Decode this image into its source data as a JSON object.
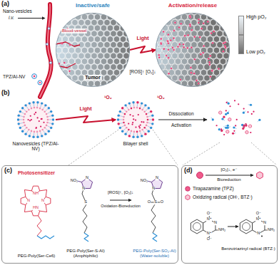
{
  "diagram": {
    "nodes": [
      {
        "text": [
          "Inactive/safe",
          "Tumor"
        ]
      },
      {
        "text": [
          "Activation/release"
        ]
      },
      {
        "text": [
          "Nanovesicles (TPZ/AI-NV)"
        ]
      },
      {
        "text": [
          "Bilayer shell"
        ]
      },
      {
        "text": [
          "(c)"
        ]
      },
      {
        "text": [
          "Photosensitizer",
          "PEG-Poly(Ser-Ce6)"
        ],
        "in": 4
      },
      {
        "text": [
          "PEG-Poly(Ser-S-AI)",
          "(Amphiphilic)"
        ],
        "in": 4
      },
      {
        "text": [
          "PEG-Poly(Ser-SO₂-AI)",
          "(Water-soluble)"
        ],
        "in": 4
      },
      {
        "text": [
          "(d)"
        ]
      }
    ],
    "edges": [
      {
        "from": 0,
        "to": 1,
        "label": "Light",
        "arrow": "to"
      },
      {
        "from": 2,
        "to": 3,
        "label": "Light",
        "arrow": "to"
      },
      {
        "from": 6,
        "to": 7,
        "label": "[ROS]↑, [O₂]↓",
        "arrow": "to"
      }
    ],
    "labels": [
      "(a)",
      "Nano-vesicles",
      "i.v.",
      "Blood-vessel",
      "TPZ/AI-NV",
      "[ROS]↑ [O₂]↓",
      "(b)",
      "¹O₂",
      "¹O₂",
      "Dissociation",
      "Activation",
      "Oxidation-Bioreduction",
      "[O₂]↓, e⁻",
      "Bioreduction",
      "Benzotriazinyl radical (BTZ·)",
      "O⁻",
      "N⁺",
      "N",
      "N⁺",
      "O⁻",
      "NH₂",
      "O⁻",
      "N⁺",
      "N",
      "N",
      "NH₂",
      "S",
      "N",
      "N",
      "NO₂",
      "S",
      "O",
      "O",
      "N",
      "N",
      "NO₂",
      "NH",
      "N",
      "HN",
      "N"
    ],
    "legend": [
      {
        "text": "High pO₂",
        "color": "#eef5fa"
      },
      {
        "text": "Low pO₂",
        "color": "#6b6b6b"
      },
      {
        "text": "Tirapazamine (TPZ)"
      },
      {
        "text": "Oxidizing radical (OH·, BTZ·)"
      }
    ]
  }
}
